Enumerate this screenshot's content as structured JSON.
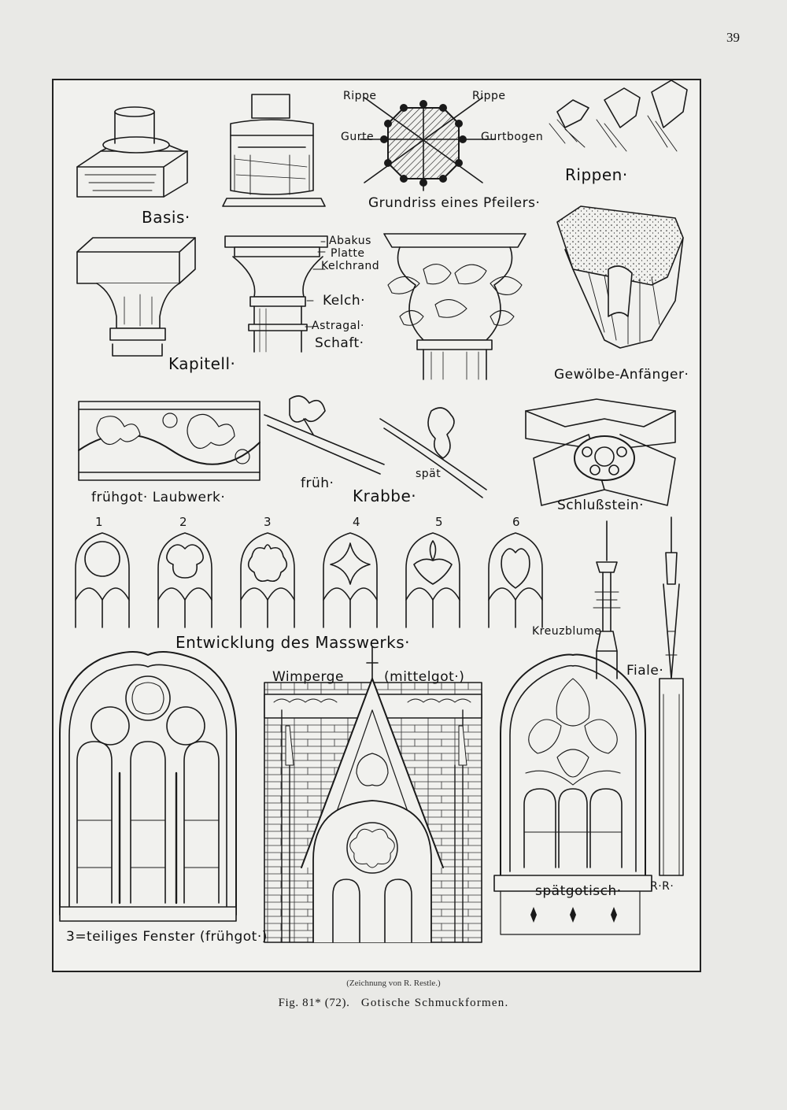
{
  "page_number": "39",
  "labels": {
    "basis": "Basis·",
    "rippe_left": "Rippe",
    "rippe_right": "Rippe",
    "gurte": "Gurte",
    "gurtbogen": "Gurtbogen",
    "grundriss": "Grundriss eines Pfeilers·",
    "rippen": "Rippen·",
    "abakus": "Abakus",
    "platte": "Platte",
    "kelchrand": "Kelchrand",
    "kelch": "Kelch·",
    "astragal": "Astragal·",
    "schaft": "Schaft·",
    "kapitell": "Kapitell·",
    "gewoelbe": "Gewölbe-Anfänger·",
    "laubwerk": "frühgot· Laubwerk·",
    "frueh": "früh·",
    "spaet": "spät",
    "krabbe": "Krabbe·",
    "schlussstein": "Schlußstein·",
    "masswerk": "Entwicklung des Masswerks·",
    "kreuzblume": "Kreuzblume",
    "fiale": "Fiale·",
    "wimperge": "Wimperge",
    "mittelgot": "(mittelgot·)",
    "fenster": "3=teiliges Fenster (frühgot·)",
    "spaetgotisch": "spätgotisch·",
    "signature": "R·R·"
  },
  "stage_numbers": [
    "1",
    "2",
    "3",
    "4",
    "5",
    "6"
  ],
  "caption": {
    "credit": "(Zeichnung von R. Restle.)",
    "figure": "Fig. 81* (72).",
    "title": "Gotische Schmuckformen."
  }
}
